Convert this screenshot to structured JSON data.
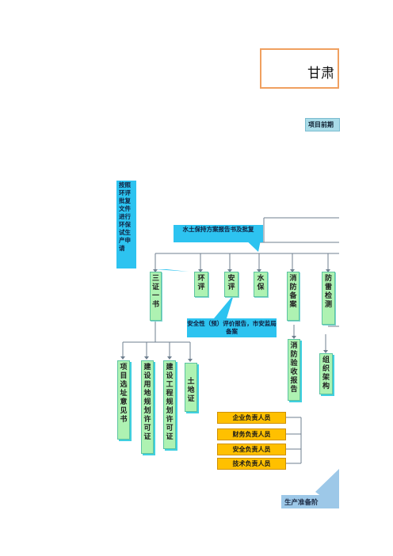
{
  "title": "甘肃",
  "stage_label": "项目前期",
  "notes": {
    "env_permit": "按照环评批复文件进行环保试生产申请",
    "soil_plan": "水土保持方案报告书及批复",
    "safety_report": "安全性（预）评价报告，市安监局备案"
  },
  "top_boxes": {
    "sanzheng": "三证一书",
    "huanping": "环评",
    "anping": "安评",
    "shuibao": "水保",
    "xiaofang": "消防备案",
    "fanglei": "防雷检测"
  },
  "sub_boxes": {
    "site_opinion": "项目选址意见书",
    "land_plan": "建设用地规划许可证",
    "project_plan": "建设工程规划许可证",
    "land_cert": "土地证",
    "fire_accept": "消防验收报告",
    "org": "组织架构"
  },
  "roles": [
    "企业负责人员",
    "财务负责人员",
    "安全负责人员",
    "技术负责人员"
  ],
  "bottom_label": "生产准备阶"
}
